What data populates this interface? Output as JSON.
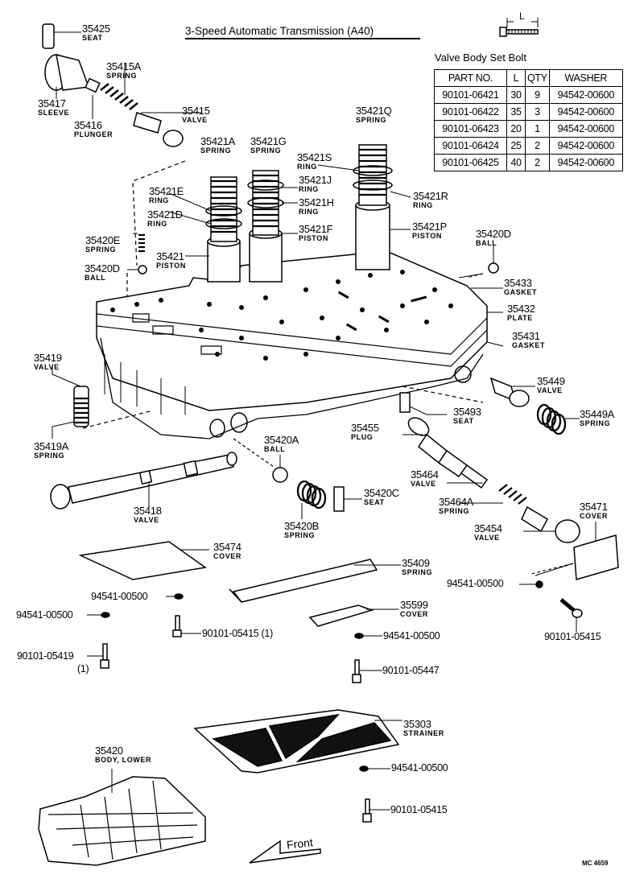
{
  "title": "3-Speed Automatic Transmission (A40)",
  "bolt_table": {
    "caption": "Valve Body Set Bolt",
    "dimension_label": "L",
    "headers": [
      "PART NO.",
      "L",
      "QTY",
      "WASHER"
    ],
    "rows": [
      [
        "90101-06421",
        "30",
        "9",
        "94542-00600"
      ],
      [
        "90101-06422",
        "35",
        "3",
        "94542-00600"
      ],
      [
        "90101-06423",
        "20",
        "1",
        "94542-00600"
      ],
      [
        "90101-06424",
        "25",
        "2",
        "94542-00600"
      ],
      [
        "90101-06425",
        "40",
        "2",
        "94542-00600"
      ]
    ]
  },
  "parts": {
    "p35425": {
      "num": "35425",
      "name": "SEAT"
    },
    "p35415a": {
      "num": "35415A",
      "name": "SPRING"
    },
    "p35417": {
      "num": "35417",
      "name": "SLEEVE"
    },
    "p35416": {
      "num": "35416",
      "name": "PLUNGER"
    },
    "p35415": {
      "num": "35415",
      "name": "VALVE"
    },
    "p35421a": {
      "num": "35421A",
      "name": "SPRING"
    },
    "p35421g": {
      "num": "35421G",
      "name": "SPRING"
    },
    "p35421q": {
      "num": "35421Q",
      "name": "SPRING"
    },
    "p35421s": {
      "num": "35421S",
      "name": "RING"
    },
    "p35421e": {
      "num": "35421E",
      "name": "RING"
    },
    "p35421j": {
      "num": "35421J",
      "name": "RING"
    },
    "p35421r": {
      "num": "35421R",
      "name": "RING"
    },
    "p35421d": {
      "num": "35421D",
      "name": "RING"
    },
    "p35421h": {
      "num": "35421H",
      "name": "RING"
    },
    "p35420e": {
      "num": "35420E",
      "name": "SPRING"
    },
    "p35421f": {
      "num": "35421F",
      "name": "PISTON"
    },
    "p35421p": {
      "num": "35421P",
      "name": "PISTON"
    },
    "p35420d_right": {
      "num": "35420D",
      "name": "BALL"
    },
    "p35421": {
      "num": "35421",
      "name": "PISTON"
    },
    "p35420d_left": {
      "num": "35420D",
      "name": "BALL"
    },
    "p35433": {
      "num": "35433",
      "name": "GASKET"
    },
    "p35432": {
      "num": "35432",
      "name": "PLATE"
    },
    "p35431": {
      "num": "35431",
      "name": "GASKET"
    },
    "p35419": {
      "num": "35419",
      "name": "VALVE"
    },
    "p35449": {
      "num": "35449",
      "name": "VALVE"
    },
    "p35493": {
      "num": "35493",
      "name": "SEAT"
    },
    "p35449a": {
      "num": "35449A",
      "name": "SPRING"
    },
    "p35455": {
      "num": "35455",
      "name": "PLUG"
    },
    "p35419a": {
      "num": "35419A",
      "name": "SPRING"
    },
    "p35420a": {
      "num": "35420A",
      "name": "BALL"
    },
    "p35464": {
      "num": "35464",
      "name": "VALVE"
    },
    "p35420c": {
      "num": "35420C",
      "name": "SEAT"
    },
    "p35464a": {
      "num": "35464A",
      "name": "SPRING"
    },
    "p35471": {
      "num": "35471",
      "name": "COVER"
    },
    "p35418": {
      "num": "35418",
      "name": "VALVE"
    },
    "p35420b": {
      "num": "35420B",
      "name": "SPRING"
    },
    "p35454": {
      "num": "35454",
      "name": "VALVE"
    },
    "p35474": {
      "num": "35474",
      "name": "COVER"
    },
    "p35409": {
      "num": "35409",
      "name": "SPRING"
    },
    "p35599": {
      "num": "35599",
      "name": "COVER"
    },
    "p35303": {
      "num": "35303",
      "name": "STRAINER"
    },
    "p35420": {
      "num": "35420",
      "name": "BODY, LOWER"
    }
  },
  "fasteners": {
    "w1": "94541-00500",
    "w2": "94541-00500",
    "w3": "94541-00500",
    "w4": "94541-00500",
    "w5": "94541-00500",
    "b1": "90101-05415 (1)",
    "b2": "90101-05419",
    "b2_qty": "(1)",
    "b3": "90101-05447",
    "b4": "90101-05415",
    "b5": "90101-05415"
  },
  "front_label": "Front",
  "figure_code": "MC 4659"
}
